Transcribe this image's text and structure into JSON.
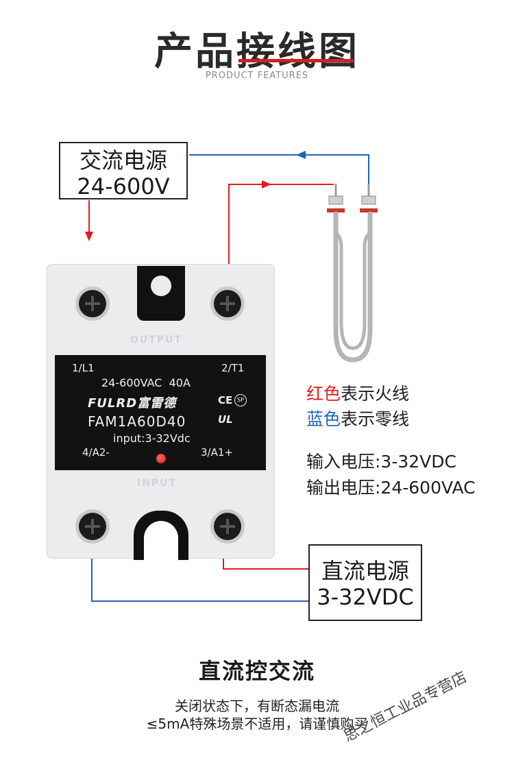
{
  "header": {
    "title": "产品接线图",
    "subtitle": "PRODUCT FEATURES"
  },
  "ac_source": {
    "line1": "交流电源",
    "line2": "24-600V"
  },
  "dc_source": {
    "line1": "直流电源",
    "line2": "3-32VDC"
  },
  "relay": {
    "embossed_top": "OUTPUT",
    "embossed_bottom": "INPUT",
    "label": {
      "terminal_l1": "1/L1",
      "terminal_t1": "2/T1",
      "rating": "24-600VAC  40A",
      "brand": "FULRD富雷德",
      "ce_mark": "CE",
      "csa_mark": "SP",
      "model": "FAM1A60D40",
      "ul_mark": "UL",
      "input_spec": "input:3-32Vdc",
      "terminal_a2": "4/A2-",
      "terminal_a1": "3/A1+"
    }
  },
  "legend": {
    "red_word": "红色",
    "red_text": "表示火线",
    "blue_word": "蓝色",
    "blue_text": "表示零线",
    "input_voltage": "输入电压:3-32VDC",
    "output_voltage": "输出电压:24-600VAC"
  },
  "footer": {
    "title": "直流控交流",
    "note_line1": "关闭状态下，有断态漏电流",
    "note_line2": "≤5mA特殊场景不适用，请谨慎购买"
  },
  "watermark": "思之恒工业品专营店",
  "colors": {
    "live_wire": "#e01e1e",
    "neutral_wire": "#1f63b4",
    "accent": "#d61f1f"
  }
}
